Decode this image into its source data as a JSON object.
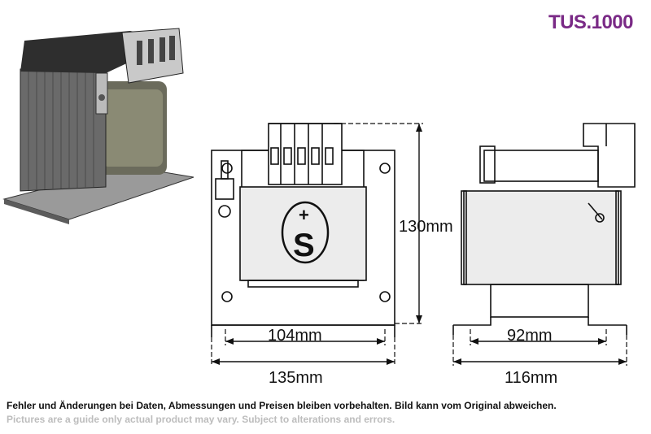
{
  "product": {
    "title": "TUS.1000"
  },
  "dimensions": {
    "height": "130mm",
    "mount_width": "104mm",
    "total_width": "135mm",
    "mount_depth": "92mm",
    "total_depth": "116mm"
  },
  "logo": {
    "symbol": "+",
    "letter": "S"
  },
  "notes": {
    "de": "Fehler und Änderungen bei Daten, Abmessungen und Preisen bleiben vorbehalten. Bild kann vom Original abweichen.",
    "en": "Pictures are a guide only actual product may vary. Subject to alterations and errors."
  }
}
